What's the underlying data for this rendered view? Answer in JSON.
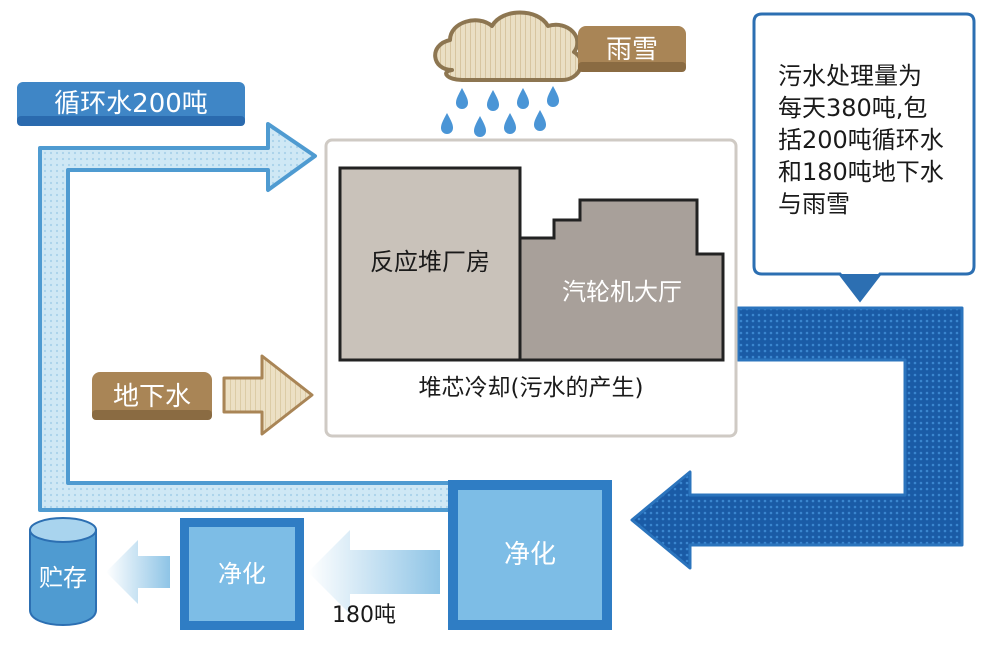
{
  "labels": {
    "recycle_water": "循环水200吨",
    "rain_snow": "雨雪",
    "callout": [
      "污水处理量为",
      "每天380吨,包",
      "括200吨循环水",
      "和180吨地下水",
      "与雨雪"
    ],
    "reactor_building": "反应堆厂房",
    "turbine_hall": "汽轮机大厅",
    "core_cooling": "堆芯冷却(污水的产生)",
    "ground_water": "地下水",
    "purify_main": "净化",
    "purify_small": "净化",
    "storage": "贮存",
    "amount_180": "180吨"
  },
  "colors": {
    "blue_dark": "#1f5fa8",
    "blue_mid": "#3f86c6",
    "blue_light": "#9fd0ea",
    "blue_pale": "#d4ebf6",
    "tan": "#a98556",
    "tan_light": "#e8dcc0",
    "gray_building": "#c9c2ba",
    "gray_turbine": "#a8a09a"
  },
  "icons": [
    "cloud-icon",
    "raindrop-icon",
    "storage-tank-icon"
  ]
}
